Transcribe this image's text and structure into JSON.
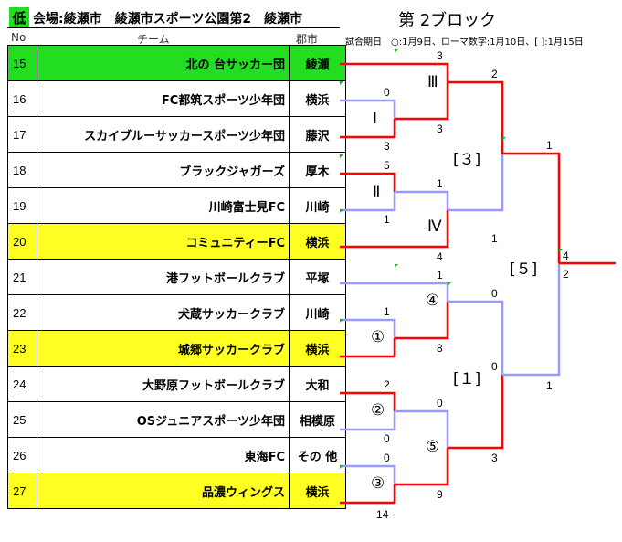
{
  "header": {
    "badge": "低",
    "venue": "会場:綾瀬市　綾瀬市スポーツ公園第2　綾瀬市",
    "block_title": "第 2ブロック",
    "note": "試合期日　○:1月9日、ローマ数字:1月10日、[ ]:1月15日",
    "col_no": "No",
    "col_team": "チーム",
    "col_city": "郡市"
  },
  "colors": {
    "winner_line": "#ff0000",
    "loser_line": "#9999ff",
    "seed_green": "#22dd22",
    "seed_yellow": "#ffff22"
  },
  "teams": [
    {
      "no": "15",
      "name": "北の 台サッカー団",
      "city": "綾瀬",
      "hl": "green"
    },
    {
      "no": "16",
      "name": "FC都筑スポーツ少年団",
      "city": "横浜",
      "hl": ""
    },
    {
      "no": "17",
      "name": "スカイブルーサッカースポーツ少年団",
      "city": "藤沢",
      "hl": ""
    },
    {
      "no": "18",
      "name": "ブラックジャガーズ",
      "city": "厚木",
      "hl": ""
    },
    {
      "no": "19",
      "name": "川崎富士見FC",
      "city": "川崎",
      "hl": ""
    },
    {
      "no": "20",
      "name": "コミュニティーFC",
      "city": "横浜",
      "hl": "yellow"
    },
    {
      "no": "21",
      "name": "港フットボールクラブ",
      "city": "平塚",
      "hl": ""
    },
    {
      "no": "22",
      "name": "犬蔵サッカークラブ",
      "city": "川崎",
      "hl": ""
    },
    {
      "no": "23",
      "name": "城郷サッカークラブ",
      "city": "横浜",
      "hl": "yellow"
    },
    {
      "no": "24",
      "name": "大野原フットボールクラブ",
      "city": "大和",
      "hl": ""
    },
    {
      "no": "25",
      "name": "OSジュニアスポーツ少年団",
      "city": "相模原",
      "hl": ""
    },
    {
      "no": "26",
      "name": "東海FC",
      "city": "その 他",
      "hl": ""
    },
    {
      "no": "27",
      "name": "品濃ウィングス",
      "city": "横浜",
      "hl": "yellow"
    }
  ],
  "matches": {
    "m1": {
      "label": "Ⅰ",
      "top": "0",
      "bottom": "3"
    },
    "m2": {
      "label": "Ⅱ",
      "top": "5",
      "bottom": "1"
    },
    "m3": {
      "label": "Ⅲ",
      "top": "3",
      "bottom": "3"
    },
    "m4": {
      "label": "Ⅳ",
      "top": "1",
      "bottom": "4"
    },
    "c1": {
      "label": "①",
      "top": "1",
      "bottom": "8"
    },
    "c2": {
      "label": "②",
      "top": "2",
      "bottom": "0"
    },
    "c3": {
      "label": "③",
      "top": "0",
      "bottom": "14"
    },
    "c4": {
      "label": "④",
      "top": "1",
      "bottom": "0"
    },
    "c5": {
      "label": "⑤",
      "top": "0",
      "bottom": "9"
    },
    "b1": {
      "label": "[１]",
      "top": "0",
      "bottom": "3"
    },
    "b3": {
      "label": "[３]",
      "top": "2",
      "bottom": "1"
    },
    "b5": {
      "label": "[５]",
      "top": "1",
      "bottom": "1"
    },
    "final": {
      "top": "4",
      "bottom": "2"
    }
  }
}
